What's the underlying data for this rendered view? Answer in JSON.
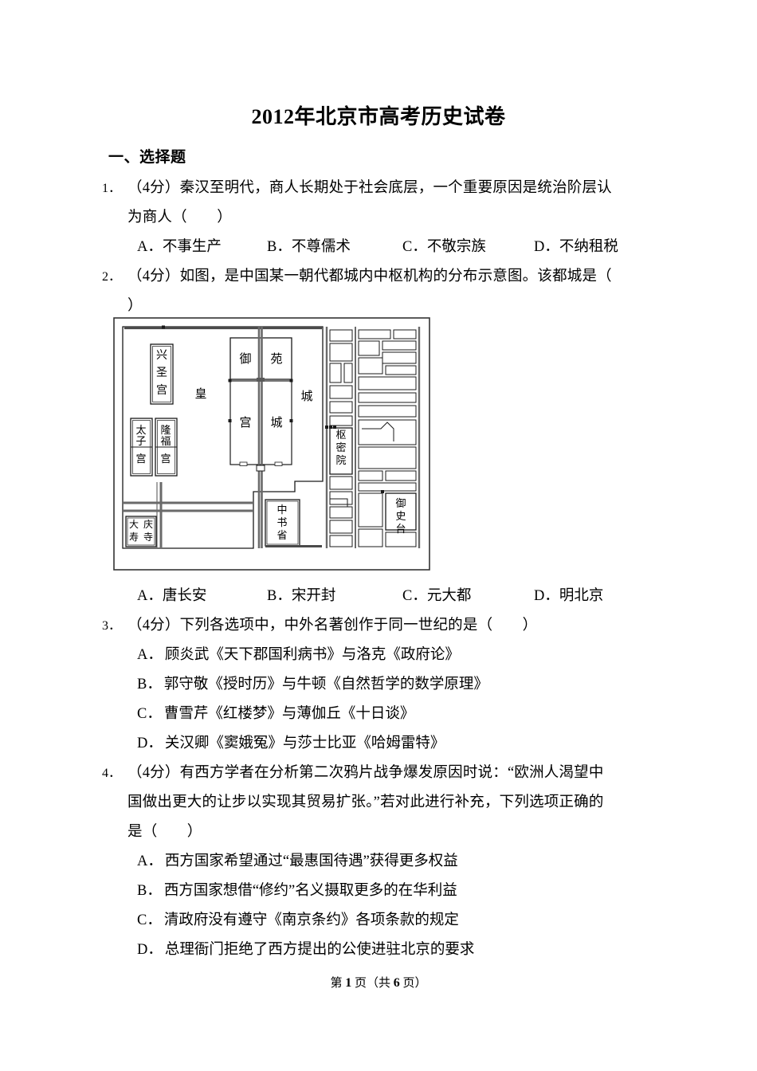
{
  "document": {
    "title": "2012年北京市高考历史试卷",
    "section_heading": "一、选择题",
    "footer": {
      "prefix": "第",
      "page": "1",
      "middle": "页（共",
      "total": "6",
      "suffix": "页）"
    }
  },
  "questions": [
    {
      "number": "1．",
      "score": "（4分）",
      "stem_line1": "秦汉至明代，商人长期处于社会底层，一个重要原因是统治阶层认",
      "stem_line2": "为商人（　　）",
      "layout": "inline",
      "options": [
        {
          "letter": "A．",
          "text": "不事生产"
        },
        {
          "letter": "B．",
          "text": "不尊儒术"
        },
        {
          "letter": "C．",
          "text": "不敬宗族"
        },
        {
          "letter": "D．",
          "text": "不纳租税"
        }
      ]
    },
    {
      "number": "2．",
      "score": "（4分）",
      "stem_line1": "如图，是中国某一朝代都城内中枢机构的分布示意图。该都城是（",
      "stem_line2": "）",
      "layout": "inline",
      "has_figure": true,
      "options": [
        {
          "letter": "A．",
          "text": "唐长安"
        },
        {
          "letter": "B．",
          "text": "宋开封"
        },
        {
          "letter": "C．",
          "text": "元大都"
        },
        {
          "letter": "D．",
          "text": "明北京"
        }
      ]
    },
    {
      "number": "3．",
      "score": "（4分）",
      "stem_line1": "下列各选项中，中外名著创作于同一世纪的是（　　）",
      "layout": "stack",
      "options": [
        {
          "letter": "A．",
          "text": "顾炎武《天下郡国利病书》与洛克《政府论》"
        },
        {
          "letter": "B．",
          "text": "郭守敬《授时历》与牛顿《自然哲学的数学原理》"
        },
        {
          "letter": "C．",
          "text": "曹雪芹《红楼梦》与薄伽丘《十日谈》"
        },
        {
          "letter": "D．",
          "text": "关汉卿《窦娥冤》与莎士比亚《哈姆雷特》"
        }
      ]
    },
    {
      "number": "4．",
      "score": "（4分）",
      "stem_line1": "有西方学者在分析第二次鸦片战争爆发原因时说：“欧洲人渴望中",
      "stem_line2": "国做出更大的让步以实现其贸易扩张。”若对此进行补充，下列选项正确的",
      "stem_line3": "是（　　）",
      "layout": "stack",
      "options": [
        {
          "letter": "A．",
          "text": "西方国家希望通过“最惠国待遇”获得更多权益"
        },
        {
          "letter": "B．",
          "text": "西方国家想借“修约”名义摄取更多的在华利益"
        },
        {
          "letter": "C．",
          "text": "清政府没有遵守《南京条约》各项条款的规定"
        },
        {
          "letter": "D．",
          "text": "总理衙门拒绝了西方提出的公使进驻北京的要求"
        }
      ]
    }
  ],
  "figure": {
    "caption_labels": {
      "xingsheng_gong": "兴圣宫",
      "huang": "皇",
      "cheng_outer": "城",
      "taizi_gong": "太子宫",
      "longfu_gong": "隆福宫",
      "daqingshou_si_left": "大寿",
      "daqingshou_si_right": "庆寺",
      "yu": "御",
      "yuan": "苑",
      "gong": "宫",
      "cheng_inner": "城",
      "shumi_yuan": "枢密院",
      "zhongshu_sheng": "中书省",
      "yushi_tai": "御史台"
    },
    "colors": {
      "line": "#1a1a1a",
      "road": "#555555",
      "frame": "#333333"
    }
  }
}
